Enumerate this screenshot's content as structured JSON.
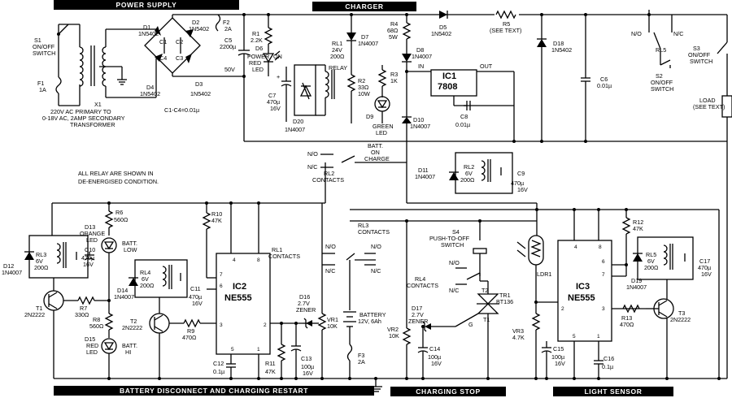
{
  "headers": {
    "power_supply": "POWER SUPPLY",
    "charger": "CHARGER",
    "battery_disconnect": "BATTERY DISCONNECT AND CHARGING RESTART",
    "charging_stop": "CHARGING STOP",
    "light_sensor": "LIGHT SENSOR"
  },
  "notes": {
    "relay_note_1": "ALL RELAY ARE SHOWN IN",
    "relay_note_2": "DE-ENERGISED CONDITION.",
    "transformer_1": "220V AC PRIMARY TO",
    "transformer_2": "0-18V AC, 2AMP SECONDARY",
    "transformer_3": "TRANSFORMER",
    "cap_note": "C1-C4=0.01µ"
  },
  "ic": {
    "ic1_name": "IC1",
    "ic1_part": "7808",
    "ic1_in": "IN",
    "ic1_out": "OUT",
    "ic2_name": "IC2",
    "ic2_part": "NE555",
    "ic3_name": "IC3",
    "ic3_part": "NE555",
    "ic2_pin4": "4",
    "ic2_pin8": "8",
    "ic2_pin7": "7",
    "ic2_pin6": "6",
    "ic2_pin3": "3",
    "ic2_pin2": "2",
    "ic2_pin5": "5",
    "ic2_pin1": "1",
    "ic3_pin4": "4",
    "ic3_pin8": "8",
    "ic3_pin6": "6",
    "ic3_pin7": "7",
    "ic3_pin2": "2",
    "ic3_pin3": "3",
    "ic3_pin5": "5",
    "ic3_pin1": "1"
  },
  "labels": {
    "s1_a": "S1",
    "s1_b": "ON/OFF",
    "s1_c": "SWITCH",
    "f1_a": "F1",
    "f1_b": "1A",
    "x1": "X1",
    "d1_a": "D1",
    "d1_b": "1N5402",
    "d2_a": "D2",
    "d2_b": "1N5402",
    "d3_a": "D3",
    "d3_b": "1N5402",
    "d4_a": "D4",
    "d4_b": "1N5402",
    "c1": "C1",
    "c2": "C2",
    "c3": "C3",
    "c4": "C4",
    "f2_a": "F2",
    "f2_b": "2A",
    "r1_a": "R1",
    "r1_b": "2.2K",
    "c5_a": "C5",
    "c5_b": "2200µ",
    "c5_c": "50V",
    "d6_a": "D6",
    "d6_b": "POWER",
    "d6_c": "RED",
    "d6_d": "LED",
    "d6_e": "ON",
    "c7_a": "C7",
    "c7_b": "470µ",
    "c7_c": "16V",
    "d20_a": "D20",
    "d20_b": "1N4007",
    "rl1_a": "RL1",
    "rl1_b": "24V",
    "rl1_c": "200Ω",
    "rl1_d": "RELAY",
    "d7_a": "D7",
    "d7_b": "1N4007",
    "r2_a": "R2",
    "r2_b": "33Ω",
    "r2_c": "10W",
    "r4_a": "R4",
    "r4_b": "68Ω",
    "r4_c": "5W",
    "r3_a": "R3",
    "r3_b": "1K",
    "d8_a": "D8",
    "d8_b": "1N4007",
    "d9_a": "D9",
    "d9_b": "GREEN",
    "d9_c": "LED",
    "d10_a": "D10",
    "d10_b": "1N4007",
    "batt_on_a": "BATT.",
    "batt_on_b": "ON",
    "batt_on_c": "CHARGE",
    "d5_a": "D5",
    "d5_b": "1N5402",
    "r5_a": "R5",
    "r5_b": "(SEE TEXT)",
    "d18_a": "D18",
    "d18_b": "1N5402",
    "c6_a": "C6",
    "c6_b": "0.01µ",
    "c8_a": "C8",
    "c8_b": "0.01µ",
    "rl5_a": "RL5",
    "no_1": "N/O",
    "nc_1": "N/C",
    "s2_a": "S2",
    "s2_b": "ON/OFF",
    "s2_c": "SWITCH",
    "s3_a": "S3",
    "s3_b": "ON/OFF",
    "s3_c": "SWITCH",
    "load_a": "LOAD",
    "load_b": "(SEE TEXT)",
    "no_rl2": "N/O",
    "nc_rl2": "N/C",
    "rl2_contacts_a": "RL2",
    "rl2_contacts_b": "CONTACTS",
    "d11_a": "D11",
    "d11_b": "1N4007",
    "rl2_a": "RL2",
    "rl2_b": "6V",
    "rl2_c": "200Ω",
    "c9_a": "C9",
    "c9_b": "470µ",
    "c9_c": "16V",
    "r6_a": "R6",
    "r6_b": "560Ω",
    "d13_a": "D13",
    "d13_b": "ORANGE",
    "d13_c": "LED",
    "batt_low_a": "BATT.",
    "batt_low_b": "LOW",
    "c10_a": "C10",
    "c10_b": "470µ",
    "c10_c": "16V",
    "rl3_a": "RL3",
    "rl3_b": "6V",
    "rl3_c": "200Ω",
    "d12_a": "D12",
    "d12_b": "1N4007",
    "t1_a": "T1",
    "t1_b": "2N2222",
    "r7_a": "R7",
    "r7_b": "330Ω",
    "r8_a": "R8",
    "r8_b": "560Ω",
    "d15_a": "D15",
    "d15_b": "RED",
    "d15_c": "LED",
    "batt_hi_a": "BATT.",
    "batt_hi_b": "HI",
    "rl4_a": "RL4",
    "rl4_b": "6V",
    "rl4_c": "200Ω",
    "d14_a": "D14",
    "d14_b": "1N4007",
    "t2_a": "T2",
    "t2_b": "2N2222",
    "c11_a": "C11",
    "c11_b": "470µ",
    "c11_c": "16V",
    "r9_a": "R9",
    "r9_b": "470Ω",
    "r10_a": "R10",
    "r10_b": "47K",
    "c12_a": "C12",
    "c12_b": "0.1µ",
    "r11_a": "R11",
    "r11_b": "47K",
    "c13_a": "C13",
    "c13_b": "100µ",
    "c13_c": "16V",
    "d16_a": "D16",
    "d16_b": "2.7V",
    "d16_c": "ZENER",
    "vr1_a": "VR1",
    "vr1_b": "10K",
    "rl1_contacts_a": "RL1",
    "rl1_contacts_b": "CONTACTS",
    "rl3_contacts_a": "RL3",
    "rl3_contacts_b": "CONTACTS",
    "no_rl3_l": "N/O",
    "nc_rl3_l": "N/C",
    "no_rl3_r": "N/O",
    "nc_rl3_r": "N/C",
    "battery_a": "BATTERY",
    "battery_b": "12V, 6Ah",
    "f3_a": "F3",
    "f3_b": "2A",
    "s4_a": "S4",
    "s4_b": "PUSH-TO-OFF",
    "s4_c": "SWITCH",
    "rl4_contacts_a": "RL4",
    "rl4_contacts_b": "CONTACTS",
    "no_rl4": "N/O",
    "nc_rl4": "N/C",
    "tr1_a": "TR1",
    "tr1_b": "BT136",
    "tr_t2": "T2",
    "tr_t1": "T1",
    "tr_g": "G",
    "d17_a": "D17",
    "d17_b": "2.7V",
    "d17_c": "ZENER",
    "vr2_a": "VR2",
    "vr2_b": "10K",
    "c14_a": "C14",
    "c14_b": "100µ",
    "c14_c": "16V",
    "ldr1": "LDR1",
    "r12_a": "R12",
    "r12_b": "47K",
    "rl5_coil_a": "RL5",
    "rl5_coil_b": "6V",
    "rl5_coil_c": "200Ω",
    "c17_a": "C17",
    "c17_b": "470µ",
    "c17_c": "16V",
    "d19_a": "D19",
    "d19_b": "1N4007",
    "r13_a": "R13",
    "r13_b": "470Ω",
    "t3_a": "T3",
    "t3_b": "2N2222",
    "vr3_a": "VR3",
    "vr3_b": "4.7K",
    "c15_a": "C15",
    "c15_b": "100µ",
    "c15_c": "16V",
    "c16_a": "C16",
    "c16_b": "0.1µ"
  }
}
